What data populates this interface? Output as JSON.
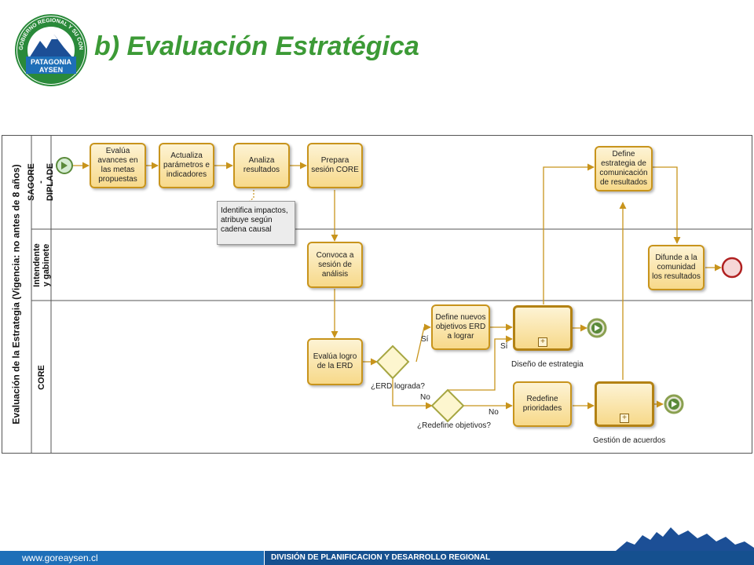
{
  "header": {
    "title": "b) Evaluación Estratégica",
    "logo_ring_text": "GOBIERNO REGIONAL Y SU CONSEJO",
    "logo_line1": "PATAGONIA",
    "logo_line2": "AYSEN"
  },
  "pool": {
    "label": "Evaluación de la Estrategia   (Vigencia: no antes de 8 años)",
    "lanes": [
      "SAGORE - DIPLADE",
      "Intendente y gabinete",
      "CORE"
    ]
  },
  "tasks": {
    "evalua_avances": "Evalúa avances en las metas propuestas",
    "actualiza": "Actualiza parámetros e indicadores",
    "analiza": "Analiza resultados",
    "prepara": "Prepara sesión CORE",
    "define_estrategia_com": "Define estrategia de comunicación de resultados",
    "convoca": "Convoca a sesión de análisis",
    "difunde": "Difunde a la comunidad los resultados",
    "evalua_logro": "Evalúa logro de la ERD",
    "define_nuevos": "Define nuevos objetivos ERD a lograr",
    "redefine": "Redefine prioridades"
  },
  "subprocesses": {
    "diseno": "Diseño de estrategia",
    "gestion": "Gestión de acuerdos"
  },
  "gateways": {
    "erd_lograda": "¿ERD lograda?",
    "redefine_objetivos": "¿Redefine objetivos?"
  },
  "flow_labels": {
    "si1": "Sí",
    "no1": "No",
    "si2": "Sí",
    "no2": "No"
  },
  "annotation": "Identifica impactos, atribuye según cadena causal",
  "footer": {
    "url": "www.goreaysen.cl",
    "division": "DIVISIÓN DE PLANIFICACION Y DESARROLLO REGIONAL"
  },
  "colors": {
    "title_green": "#3c9a36",
    "task_border": "#c8941c",
    "footer_blue": "#1e6fb8",
    "footer_dark_blue": "#15508f"
  }
}
